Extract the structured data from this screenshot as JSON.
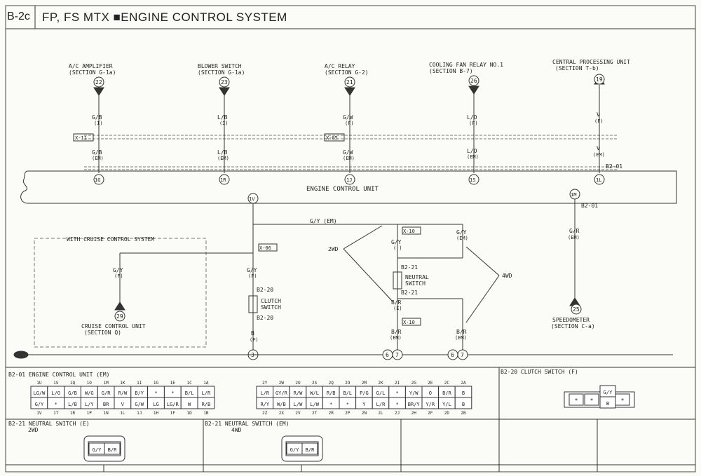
{
  "header": {
    "code": "B-2c",
    "title": "FP, FS MTX ■ENGINE CONTROL SYSTEM"
  },
  "components": {
    "ac_amp": "A/C AMPLIFIER",
    "ac_amp_sec": "(SECTION G-1a)",
    "blower": "BLOWER SWITCH",
    "blower_sec": "(SECTION G-1a)",
    "ac_relay": "A/C RELAY",
    "ac_relay_sec": "(SECTION G-2)",
    "fan_relay": "COOLING FAN RELAY NO.1",
    "fan_relay_sec": "(SECTION B-7)",
    "cpu": "CENTRAL PROCESSING UNIT",
    "cpu_sec": "(SECTION T-b)",
    "ecu": "ENGINE CONTROL UNIT",
    "cruise_box": "WITH CRUISE CONTROL SYSTEM",
    "cruise_unit": "CRUISE CONTROL UNIT",
    "cruise_sec": "(SECTION Q)",
    "clutch": "CLUTCH",
    "clutch2": "SWITCH",
    "neutral": "NEUTRAL",
    "neutral2": "SWITCH",
    "speedo": "SPEEDOMETER",
    "speedo_sec": "(SECTION C-a)",
    "label_2wd": "2WD",
    "label_4wd": "4WD"
  },
  "circles": {
    "c22": "22",
    "c23": "23",
    "c21": "21",
    "c26": "26",
    "c19": "19",
    "c1G": "1G",
    "c1R": "1R",
    "c1J": "1J",
    "c1S": "1S",
    "c1L": "1L",
    "c1V": "1V",
    "c1M": "1M",
    "c29": "29",
    "c25": "25",
    "c3": "3",
    "c6a": "6",
    "c7a": "7",
    "c6b": "6",
    "c7b": "7"
  },
  "wires": {
    "w1_top": "G/B",
    "w1_top_sub": "(I)",
    "w1_bot": "G/B",
    "w1_bot_sub": "(EM)",
    "w2_top": "L/B",
    "w2_top_sub": "(I)",
    "w2_bot": "L/B",
    "w2_bot_sub": "(EM)",
    "w3_top": "G/W",
    "w3_top_sub": "(F)",
    "w3_bot": "G/W",
    "w3_bot_sub": "(EM)",
    "w4_top": "L/O",
    "w4_top_sub": "(F)",
    "w4_bot": "L/O",
    "w4_bot_sub": "(EM)",
    "w5_top": "V",
    "w5_top_sub": "(F)",
    "w5_bot": "V",
    "w5_bot_sub": "(EM)",
    "gy_em": "G/Y (EM)",
    "gy_f": "G/Y",
    "gy_f_sub": "(F)",
    "gy_c": "G/Y",
    "gy_c_sub": "(F)",
    "b_f": "B",
    "b_f_sub": "(F)",
    "gy_2": "G/Y",
    "gy_2_sub": "( )",
    "gy_em2": "G/Y",
    "gy_em2_sub": "(EM)",
    "br_e": "B/R",
    "br_e_sub": "(E)",
    "br_2": "B/R",
    "br_2_sub": "(EM)",
    "br_3": "B/R",
    "br_3_sub": "(EM)",
    "gr_em": "G/R",
    "gr_em_sub": "(EM)"
  },
  "connectors": {
    "x11": "X-11",
    "x05": "X-05",
    "x06": "X-06",
    "x10a": "X-10",
    "x10b": "X-10",
    "b201a": "B2-01",
    "b201b": "B2-01",
    "b220a": "B2-20",
    "b220b": "B2-20",
    "b221a": "B2-21",
    "b221b": "B2-21"
  },
  "table": {
    "ecu_title": "B2-01 ENGINE CONTROL UNIT (EM)",
    "clutch_title": "B2-20 CLUTCH SWITCH (F)",
    "ns_e_title": "B2-21 NEUTRAL SWITCH (E)",
    "ns_e_sub": "2WD",
    "ns_em_title": "B2-21 NEUTRAL SWITCH (EM)",
    "ns_em_sub": "4WD",
    "left_top_pins": [
      "1U",
      "1S",
      "1Q",
      "1O",
      "1M",
      "1K",
      "1I",
      "1G",
      "1E",
      "1C",
      "1A"
    ],
    "left_row1": [
      "LG/W",
      "L/O",
      "G/B",
      "W/G",
      "G/R",
      "R/W",
      "B/Y",
      "*",
      "*",
      "B/L",
      "L/R"
    ],
    "left_row2": [
      "G/Y",
      "*",
      "L/B",
      "L/Y",
      "BR",
      "V",
      "G/W",
      "LG",
      "LG/R",
      "W",
      "R/B"
    ],
    "left_bot_pins": [
      "1V",
      "1T",
      "1R",
      "1P",
      "1N",
      "1L",
      "1J",
      "1H",
      "1F",
      "1D",
      "1B"
    ],
    "right_top_pins": [
      "2Y",
      "2W",
      "2U",
      "2S",
      "2Q",
      "2O",
      "2M",
      "2K",
      "2I",
      "2G",
      "2E",
      "2C",
      "2A"
    ],
    "right_row1": [
      "L/R",
      "GY/R",
      "R/W",
      "W/L",
      "R/B",
      "B/L",
      "P/G",
      "G/L",
      "*",
      "Y/W",
      "O",
      "B/R",
      "B"
    ],
    "right_row2": [
      "R/Y",
      "W/B",
      "L/W",
      "L/W",
      "*",
      "*",
      "Y",
      "L/R",
      "*",
      "BR/Y",
      "Y/R",
      "Y/L",
      "B"
    ],
    "right_bot_pins": [
      "2Z",
      "2X",
      "2V",
      "2T",
      "2R",
      "2P",
      "2N",
      "2L",
      "2J",
      "2H",
      "2F",
      "2D",
      "2B"
    ],
    "clutch_pins": [
      "*",
      "*",
      "G/Y",
      "B",
      "*"
    ],
    "ns_pins": [
      "G/Y",
      "B/R"
    ]
  }
}
